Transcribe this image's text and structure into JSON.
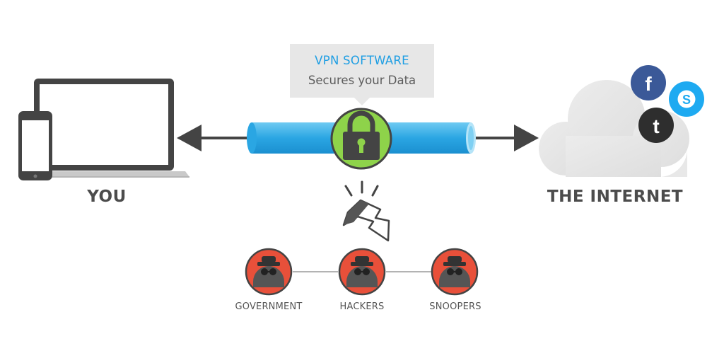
{
  "callout": {
    "title": "VPN SOFTWARE",
    "subtitle": "Secures your Data"
  },
  "endpoints": {
    "you": "YOU",
    "internet": "THE INTERNET"
  },
  "threats": [
    {
      "label": "GOVERNMENT"
    },
    {
      "label": "HACKERS"
    },
    {
      "label": "SNOOPERS"
    }
  ],
  "social_icons": [
    {
      "icon": "facebook-icon",
      "glyph": "f",
      "color": "#3b5998"
    },
    {
      "icon": "skype-icon",
      "glyph": "S",
      "color": "#1eaaf1"
    },
    {
      "icon": "twitter-icon",
      "glyph": "t",
      "color": "#2e2e2e"
    }
  ],
  "colors": {
    "tunnel": "#2aa6e3",
    "lock_badge": "#8ed34a",
    "threat_red": "#e8503a",
    "device": "#444444",
    "cloud": "#e4e4e4",
    "text_dark": "#4c4c4c"
  }
}
